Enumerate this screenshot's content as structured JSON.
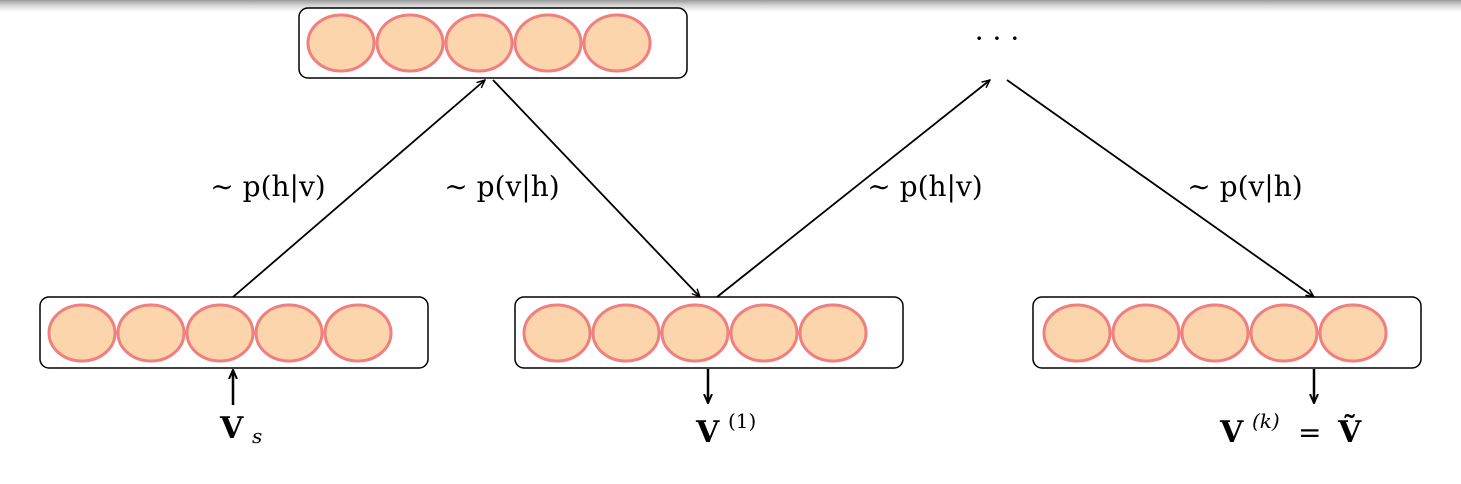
{
  "diagram": {
    "edge_labels": {
      "up_1": "∼ p(h|v)",
      "down_1": "∼ p(v|h)",
      "up_2": "∼ p(h|v)",
      "down_2": "∼ p(v|h)"
    },
    "ellipsis": "· · ·",
    "outputs": {
      "v_s": "V",
      "v_s_sub": "s",
      "v_1": "V",
      "v_1_sup": "(1)",
      "v_k": "V",
      "v_k_sup": "(k)",
      "v_k_eq": "=",
      "v_tilde": "Ṽ"
    },
    "colors": {
      "unit_fill": "#fdd5ad",
      "unit_stroke": "#f08080",
      "line": "#000000"
    }
  }
}
